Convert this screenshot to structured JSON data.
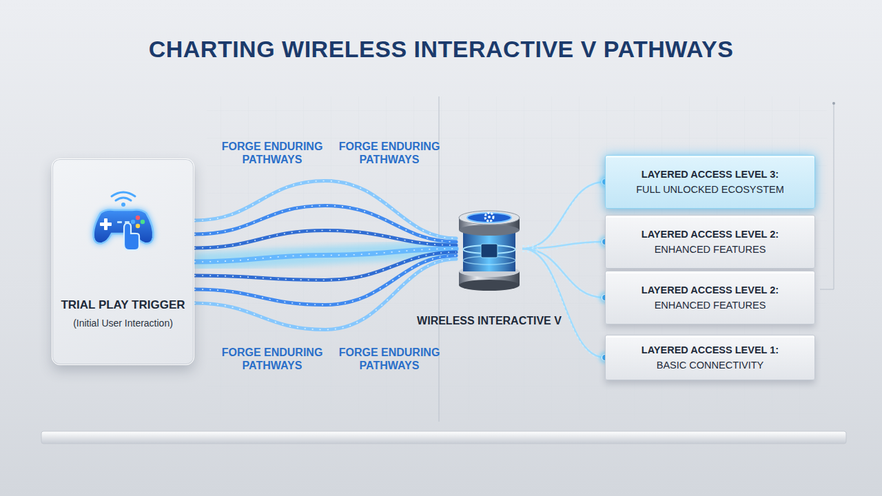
{
  "diagram": {
    "title": "CHARTING WIRELESS INTERACTIVE V PATHWAYS",
    "nodes": [
      {
        "text": [
          "TRIAL PLAY TRIGGER",
          "(Initial User Interaction)"
        ]
      },
      {
        "text": [
          "WIRELESS INTERACTIVE V"
        ]
      },
      {
        "text": [
          "LAYERED ACCESS LEVEL 3:",
          "FULL UNLOCKED ECOSYSTEM"
        ]
      },
      {
        "text": [
          "LAYERED ACCESS LEVEL 2:",
          "ENHANCED FEATURES"
        ]
      },
      {
        "text": [
          "LAYERED ACCESS LEVEL 2:",
          "ENHANCED FEATURES"
        ]
      },
      {
        "text": [
          "LAYERED ACCESS LEVEL 1:",
          "BASIC CONNECTIVITY"
        ]
      }
    ],
    "edges": [
      {
        "from": 0,
        "to": 1,
        "arrow": "none"
      },
      {
        "from": 1,
        "to": 2,
        "arrow": "none"
      },
      {
        "from": 1,
        "to": 3,
        "arrow": "none"
      },
      {
        "from": 1,
        "to": 4,
        "arrow": "none"
      },
      {
        "from": 1,
        "to": 5,
        "arrow": "none"
      }
    ],
    "labels": [
      "FORGE ENDURING PATHWAYS",
      "FORGE ENDURING PATHWAYS",
      "FORGE ENDURING PATHWAYS",
      "FORGE ENDURING PATHWAYS"
    ]
  }
}
